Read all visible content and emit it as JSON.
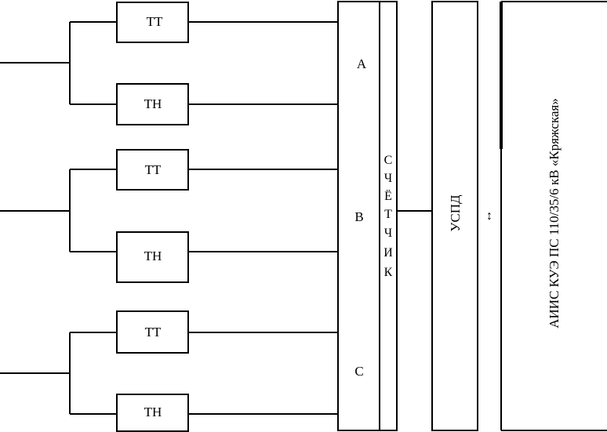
{
  "transformers": {
    "current": "ТТ",
    "voltage": "ТН"
  },
  "phases": {
    "a": "А",
    "b": "В",
    "c": "С"
  },
  "meter": {
    "letters": [
      "С",
      "Ч",
      "Ё",
      "Т",
      "Ч",
      "И",
      "К"
    ]
  },
  "uspd": {
    "label": "УСПД"
  },
  "link_arrow": "↕",
  "system": {
    "label": "АИИС КУЭ  ПС 110/35/6 кВ «Кряжская»"
  }
}
